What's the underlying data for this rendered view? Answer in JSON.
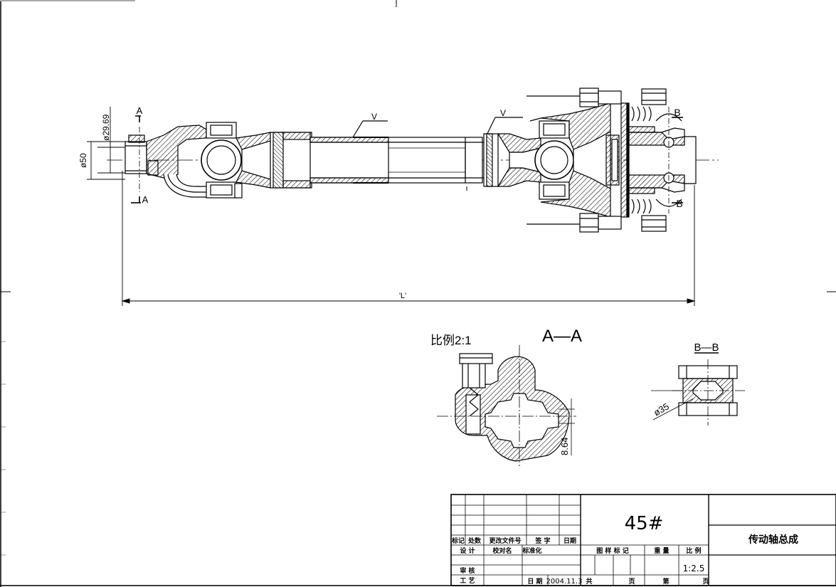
{
  "main_view": {
    "section_a_label": "A",
    "section_b_label": "B",
    "dim_dia_50": "ø50",
    "dim_dia_2969": "ø29.69",
    "dim_length": "'L'",
    "weld_symbol": "V"
  },
  "section_aa": {
    "scale_label": "比例2:1",
    "title": "A—A",
    "dim_864": "8.64"
  },
  "section_bb": {
    "title": "B—B",
    "dim_dia_35": "ø35"
  },
  "title_block": {
    "material": "45#",
    "part_name": "传动轴总成",
    "scale_value": "1:2.5",
    "date_value": "2004.11.3",
    "headers": {
      "mark": "标记",
      "count": "处数",
      "change_doc": "更改文件号",
      "signature": "签 字",
      "date": "日期",
      "design": "设 计",
      "std_check": "标准化",
      "review": "审 核",
      "process": "工 艺",
      "date2": "日 期",
      "pattern_mark": "图 样 标 记",
      "weight": "重 量",
      "scale": "比 例",
      "total": "共",
      "page": "页",
      "sheet": "第",
      "page2": "页",
      "proofread": "校对名"
    }
  }
}
